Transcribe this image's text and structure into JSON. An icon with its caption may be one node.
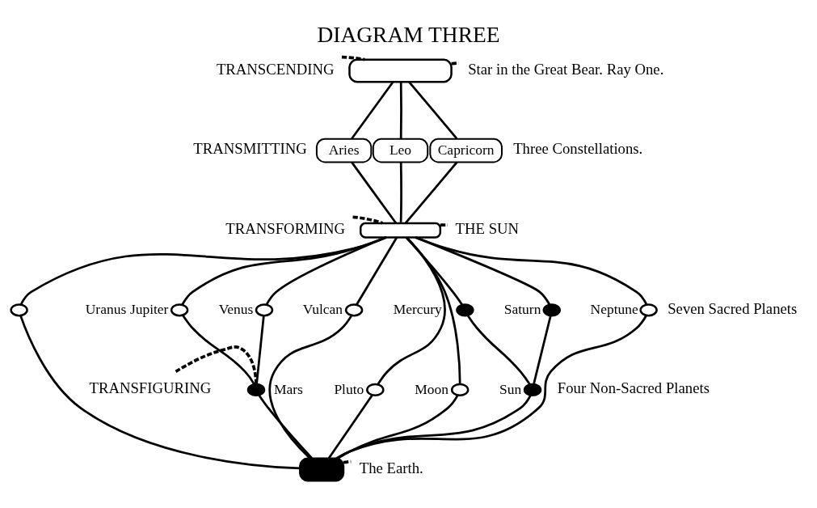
{
  "diagram": {
    "title": "DIAGRAM THREE",
    "nodes": [
      {
        "text": [
          "TRANSCENDING"
        ]
      },
      {
        "text": [],
        "shape": "box"
      },
      {
        "text": [
          "Star in the Great Bear. Ray One."
        ]
      },
      {
        "text": [
          "Aries"
        ]
      },
      {
        "text": [
          "Leo"
        ]
      },
      {
        "text": [
          "Capricorn"
        ]
      },
      {
        "text": [
          "TRANSFORMING"
        ]
      },
      {
        "text": [],
        "shape": "box"
      },
      {
        "text": [
          "THE SUN"
        ]
      },
      {
        "text": [],
        "shape": "circle",
        "beside": [
          "Uranus"
        ]
      },
      {
        "text": [],
        "shape": "circle",
        "beside": [
          "Jupiter"
        ]
      },
      {
        "text": [],
        "shape": "circle",
        "beside": [
          "Venus"
        ]
      },
      {
        "text": [],
        "shape": "circle",
        "beside": [
          "Vulcan"
        ]
      },
      {
        "text": [],
        "shape": "circle",
        "beside": [
          "Mercury"
        ]
      },
      {
        "text": [],
        "shape": "circle",
        "beside": [
          "Saturn"
        ]
      },
      {
        "text": [],
        "shape": "circle",
        "beside": [
          "Neptune"
        ]
      },
      {
        "text": [
          "TRANSFIGURING"
        ]
      },
      {
        "text": [],
        "shape": "circle",
        "beside": [
          "Mars"
        ]
      },
      {
        "text": [],
        "shape": "circle",
        "beside": [
          "Pluto"
        ]
      },
      {
        "text": [],
        "shape": "circle",
        "beside": [
          "Moon"
        ]
      },
      {
        "text": [],
        "shape": "circle",
        "beside": [
          "Sun"
        ]
      },
      {
        "text": [],
        "shape": "box"
      },
      {
        "text": [
          "The Earth."
        ]
      }
    ],
    "edges": [
      {
        "from": 0,
        "to": 1,
        "arrow": "none",
        "style": "dashed"
      },
      {
        "from": 1,
        "to": 2,
        "arrow": "none",
        "style": "dashed"
      },
      {
        "from": 1,
        "to": 3,
        "arrow": "none"
      },
      {
        "from": 1,
        "to": 4,
        "arrow": "none"
      },
      {
        "from": 1,
        "to": 5,
        "arrow": "none"
      },
      {
        "from": 3,
        "to": 7,
        "arrow": "none"
      },
      {
        "from": 4,
        "to": 7,
        "arrow": "none"
      },
      {
        "from": 5,
        "to": 7,
        "arrow": "none"
      },
      {
        "from": 6,
        "to": 7,
        "arrow": "none",
        "style": "dashed"
      },
      {
        "from": 7,
        "to": 8,
        "arrow": "none",
        "style": "dashed"
      },
      {
        "from": 7,
        "to": 9,
        "arrow": "none"
      },
      {
        "from": 7,
        "to": 10,
        "arrow": "none"
      },
      {
        "from": 7,
        "to": 11,
        "arrow": "none"
      },
      {
        "from": 7,
        "to": 18,
        "arrow": "none"
      },
      {
        "from": 7,
        "to": 12,
        "arrow": "none"
      },
      {
        "from": 7,
        "to": 19,
        "arrow": "none"
      },
      {
        "from": 7,
        "to": 13,
        "arrow": "none"
      },
      {
        "from": 7,
        "to": 14,
        "arrow": "none"
      },
      {
        "from": 7,
        "to": 15,
        "arrow": "none"
      },
      {
        "from": 16,
        "to": 17,
        "arrow": "none",
        "style": "dashed"
      },
      {
        "from": 10,
        "to": 17,
        "arrow": "none"
      },
      {
        "from": 11,
        "to": 17,
        "arrow": "none"
      },
      {
        "from": 13,
        "to": 20,
        "arrow": "none"
      },
      {
        "from": 14,
        "to": 20,
        "arrow": "none"
      },
      {
        "from": 9,
        "to": 21,
        "arrow": "none"
      },
      {
        "from": 17,
        "to": 21,
        "arrow": "none"
      },
      {
        "from": 18,
        "to": 21,
        "arrow": "none"
      },
      {
        "from": 12,
        "to": 21,
        "arrow": "none"
      },
      {
        "from": 19,
        "to": 21,
        "arrow": "none"
      },
      {
        "from": 20,
        "to": 21,
        "arrow": "none"
      },
      {
        "from": 15,
        "to": 21,
        "arrow": "none"
      },
      {
        "from": 21,
        "to": 22,
        "arrow": "none",
        "style": "dashed"
      }
    ],
    "labels": [
      "TRANSMITTING",
      "Three Constellations.",
      "Seven Sacred Planets",
      "Four Non-Sacred Planets"
    ]
  }
}
